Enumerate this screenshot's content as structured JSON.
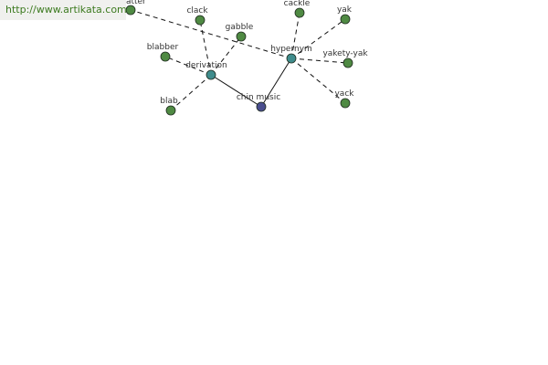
{
  "watermark": "http://www.artikata.com",
  "colors": {
    "leaf_fill": "#4f8a43",
    "mid_fill": "#3f8c8c",
    "root_fill": "#4a4e8e",
    "node_stroke": "#1f2b1f",
    "edge": "#111111"
  },
  "graph": {
    "nodes": [
      {
        "id": "root",
        "label": "chin music",
        "kind": "root"
      },
      {
        "id": "derivation",
        "label": "derivation",
        "kind": "mid"
      },
      {
        "id": "hypernym",
        "label": "hypernym",
        "kind": "mid"
      },
      {
        "id": "natter",
        "label": "natter",
        "kind": "leaf"
      },
      {
        "id": "clack",
        "label": "clack",
        "kind": "leaf"
      },
      {
        "id": "gabble",
        "label": "gabble",
        "kind": "leaf"
      },
      {
        "id": "blabber",
        "label": "blabber",
        "kind": "leaf"
      },
      {
        "id": "blab",
        "label": "blab",
        "kind": "leaf"
      },
      {
        "id": "cackle",
        "label": "cackle",
        "kind": "leaf"
      },
      {
        "id": "yak",
        "label": "yak",
        "kind": "leaf"
      },
      {
        "id": "yakety-yak",
        "label": "yakety-yak",
        "kind": "leaf"
      },
      {
        "id": "yack",
        "label": "yack",
        "kind": "leaf"
      }
    ],
    "edges": [
      {
        "from": "root",
        "to": "derivation",
        "style": "solid"
      },
      {
        "from": "root",
        "to": "hypernym",
        "style": "solid"
      },
      {
        "from": "derivation",
        "to": "clack",
        "style": "dashed"
      },
      {
        "from": "derivation",
        "to": "gabble",
        "style": "dashed"
      },
      {
        "from": "derivation",
        "to": "blabber",
        "style": "dashed"
      },
      {
        "from": "derivation",
        "to": "blab",
        "style": "dashed"
      },
      {
        "from": "hypernym",
        "to": "natter",
        "style": "dashed"
      },
      {
        "from": "hypernym",
        "to": "cackle",
        "style": "dashed"
      },
      {
        "from": "hypernym",
        "to": "yak",
        "style": "dashed"
      },
      {
        "from": "hypernym",
        "to": "yakety-yak",
        "style": "dashed"
      },
      {
        "from": "hypernym",
        "to": "yack",
        "style": "dashed"
      }
    ]
  }
}
